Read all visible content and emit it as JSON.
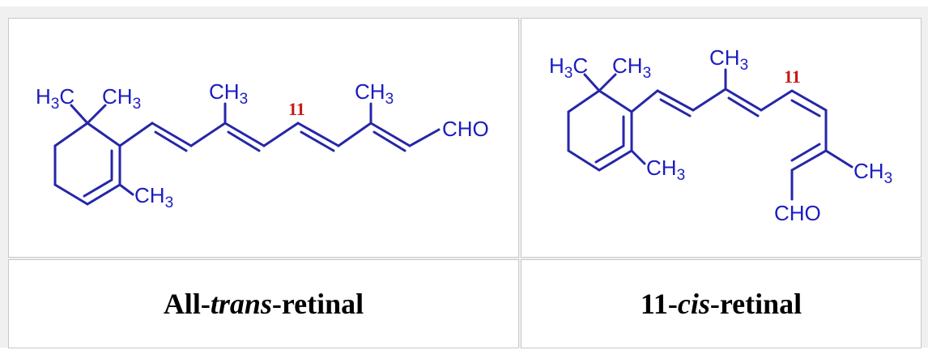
{
  "structures": [
    {
      "id": "all-trans",
      "labels": {
        "ring_gem_left_H": "H",
        "ring_gem_left_sub": "3",
        "ring_gem_left_C": "C",
        "ring_gem_right_C": "CH",
        "ring_gem_right_sub": "3",
        "ring_methyl_C": "CH",
        "ring_methyl_sub": "3",
        "methyl_9_C": "CH",
        "methyl_9_sub": "3",
        "methyl_13_C": "CH",
        "methyl_13_sub": "3",
        "aldehyde": "CHO",
        "position_number": "11"
      }
    },
    {
      "id": "11-cis",
      "labels": {
        "ring_gem_left_H": "H",
        "ring_gem_left_sub": "3",
        "ring_gem_left_C": "C",
        "ring_gem_right_C": "CH",
        "ring_gem_right_sub": "3",
        "ring_methyl_C": "CH",
        "ring_methyl_sub": "3",
        "methyl_9_C": "CH",
        "methyl_9_sub": "3",
        "methyl_13_C": "CH",
        "methyl_13_sub": "3",
        "aldehyde": "CHO",
        "position_number": "11"
      }
    }
  ],
  "captions": [
    {
      "prefix": "All-",
      "italic": "trans",
      "suffix": "-retinal"
    },
    {
      "prefix": "11-",
      "italic": "cis",
      "suffix": "-retinal"
    }
  ],
  "colors": {
    "bond": "#2626a8",
    "atom_label": "#1c1cc0",
    "position_number": "#c81818",
    "caption_text": "#000000",
    "cell_border": "#c8c8c8",
    "page_background": "#f0f0f0"
  }
}
